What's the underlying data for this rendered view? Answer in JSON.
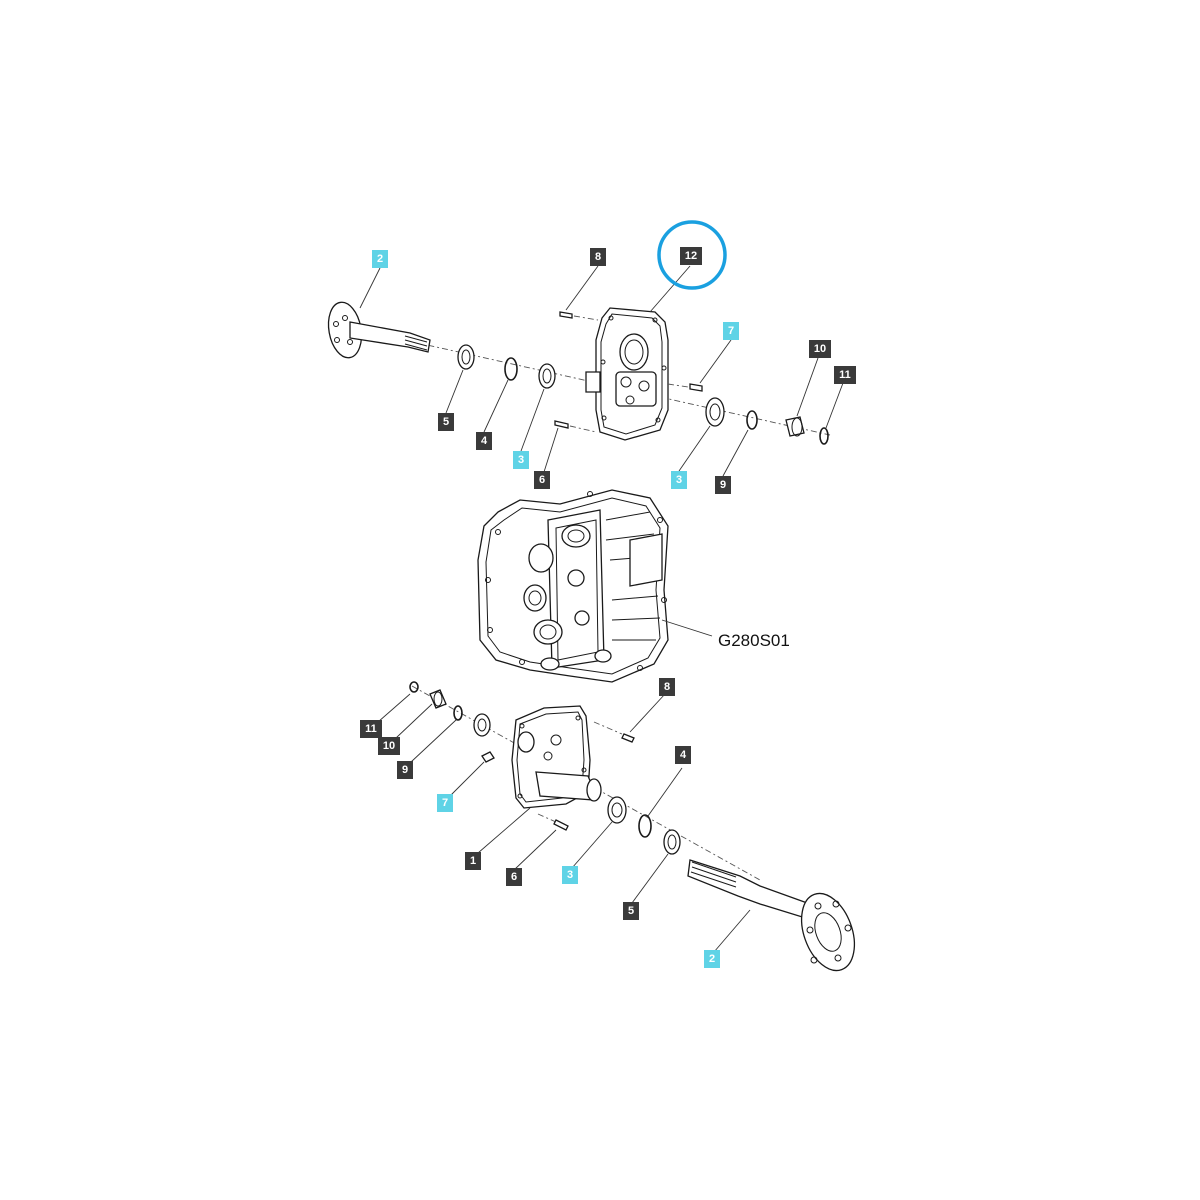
{
  "diagram_code": "G280S01",
  "highlight_color": "#1aa0e0",
  "tag_colors": {
    "standard": "#3a3a3a",
    "highlighted": "#5fd3e6"
  },
  "callouts": {
    "top_2": "2",
    "top_5": "5",
    "top_4": "4",
    "top_3a": "3",
    "top_6": "6",
    "top_8": "8",
    "top_12": "12",
    "top_7": "7",
    "top_3b": "3",
    "top_9": "9",
    "top_10": "10",
    "top_11": "11",
    "bot_11": "11",
    "bot_10": "10",
    "bot_9": "9",
    "bot_7": "7",
    "bot_8": "8",
    "bot_4": "4",
    "bot_1": "1",
    "bot_6": "6",
    "bot_3": "3",
    "bot_5": "5",
    "bot_2": "2"
  }
}
